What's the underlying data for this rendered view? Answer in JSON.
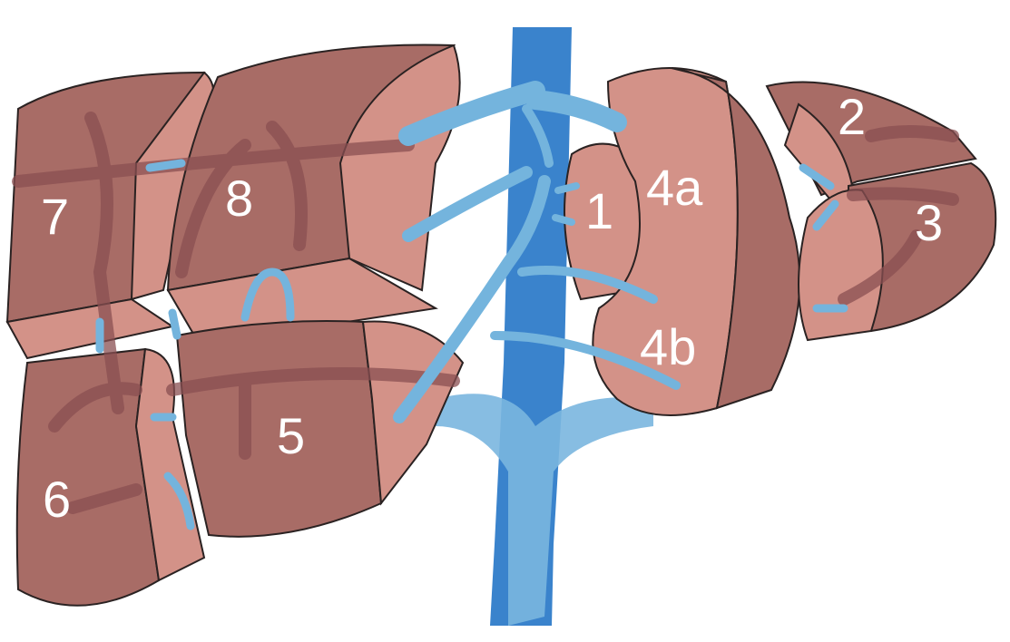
{
  "diagram": {
    "segments": [
      {
        "id": "7",
        "label": "7"
      },
      {
        "id": "8",
        "label": "8"
      },
      {
        "id": "1",
        "label": "1"
      },
      {
        "id": "4a",
        "label": "4a"
      },
      {
        "id": "2",
        "label": "2"
      },
      {
        "id": "3",
        "label": "3"
      },
      {
        "id": "4b",
        "label": "4b"
      },
      {
        "id": "5",
        "label": "5"
      },
      {
        "id": "6",
        "label": "6"
      }
    ],
    "colors": {
      "segment_dark": "#a86c66",
      "segment_light": "#d39288",
      "hepatic_veins": "#74b4dd",
      "vena_cava": "#3a83cc",
      "outline": "#2a2222"
    }
  }
}
